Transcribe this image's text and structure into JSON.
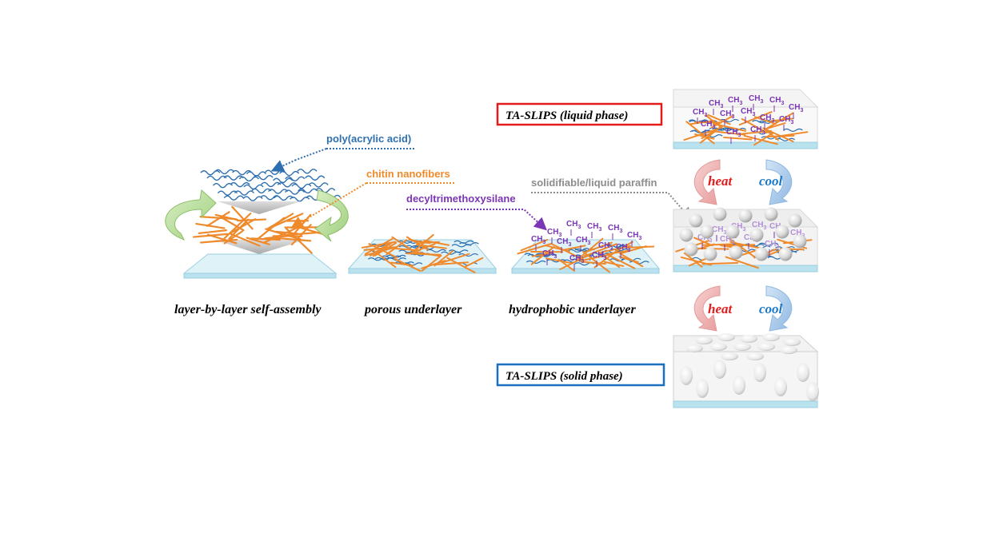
{
  "labels": {
    "poly_acrylic_acid": "poly(acrylic acid)",
    "chitin_nanofibers": "chitin nanofibers",
    "decyltrimethoxysilane": "decyltrimethoxysilane",
    "paraffin": "solidifiable/liquid paraffin"
  },
  "captions": {
    "lbl_assembly": "layer-by-layer self-assembly",
    "porous": "porous underlayer",
    "hydrophobic": "hydrophobic underlayer"
  },
  "states": {
    "liquid": "TA-SLIPS (liquid phase)",
    "solid": "TA-SLIPS (solid phase)"
  },
  "cycle": {
    "heat": "heat",
    "cool": "cool"
  },
  "chem": {
    "methyl": "CH",
    "methyl_sub": "3"
  },
  "colors": {
    "paa": "#2e6fb0",
    "chitin": "#ef8a2c",
    "silane": "#7a36b5",
    "paraffin": "#8c8c8c",
    "liquid_box": "#e41b1b",
    "solid_box": "#1b6fbf",
    "heat": "#e41b1b",
    "cool": "#1b7bc9"
  }
}
